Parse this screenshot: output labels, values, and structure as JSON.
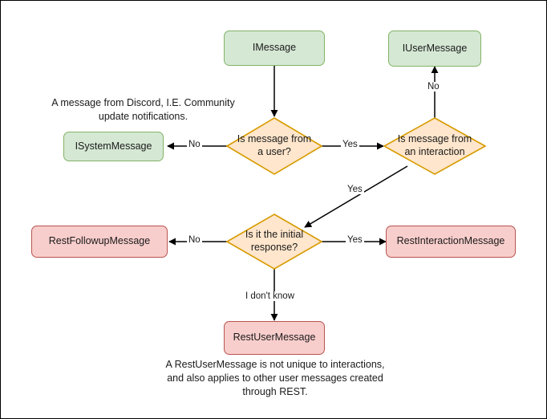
{
  "diagram": {
    "title": "Discord message type decision flowchart",
    "colors": {
      "green_fill": "#d5e8d4",
      "green_stroke": "#82b366",
      "orange_fill": "#ffe6cc",
      "orange_stroke": "#d79b00",
      "pink_fill": "#f8cecc",
      "pink_stroke": "#b85450",
      "edge_stroke": "#000000",
      "canvas_bg": "#ffffff",
      "frame_stroke": "#000000"
    },
    "nodes": {
      "imessage": "IMessage",
      "iusermessage": "IUserMessage",
      "isystemmessage": "ISystemMessage",
      "is_message_from_a_user": "Is message from a user?",
      "is_message_from_an_interaction": "Is message from an interaction",
      "is_it_the_initial_response": "Is it the initial response?",
      "restfollowupmessage": "RestFollowupMessage",
      "restinteractionmessage": "RestInteractionMessage",
      "restusermessage": "RestUserMessage"
    },
    "edge_labels": {
      "user_no": "No",
      "user_yes": "Yes",
      "interaction_no": "No",
      "interaction_yes": "Yes",
      "initial_no": "No",
      "initial_yes": "Yes",
      "initial_unknown": "I don't know"
    },
    "notes": {
      "system_message": "A message from Discord, I.E. Community update notifications.",
      "rest_user_message": "A RestUserMessage is not unique to interactions, and also applies to other user messages created through REST."
    }
  }
}
